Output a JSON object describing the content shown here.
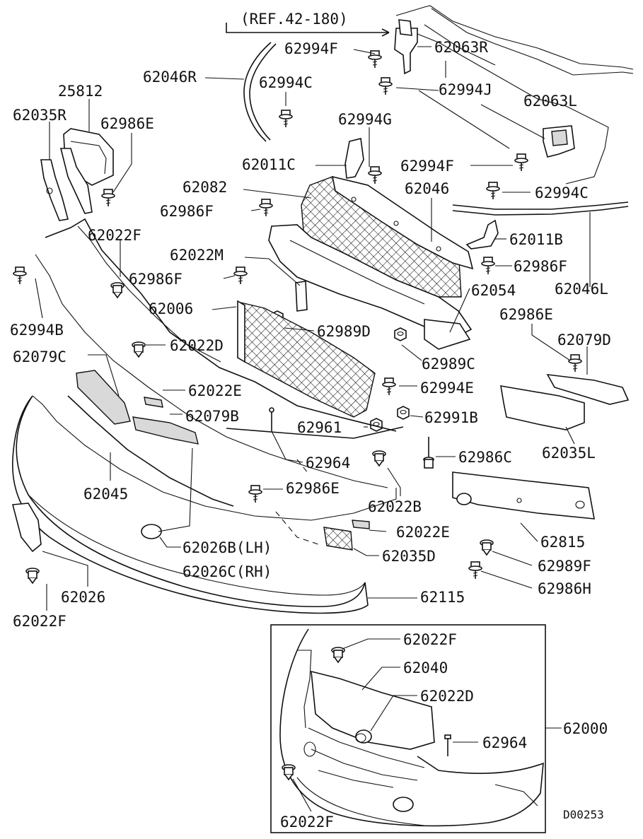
{
  "reference_note": "(REF.42-180)",
  "diagram_code": "D00253",
  "inset_callout": "62000",
  "labels": {
    "p62994F_a": "62994F",
    "p62063R": "62063R",
    "p62046R": "62046R",
    "p62994C_a": "62994C",
    "p62994J": "62994J",
    "p25812": "25812",
    "p62063L": "62063L",
    "p62035R": "62035R",
    "p62986E_a": "62986E",
    "p62994G": "62994G",
    "p62011C": "62011C",
    "p62994F_b": "62994F",
    "p62082": "62082",
    "p62046": "62046",
    "p62994C_b": "62994C",
    "p62986F_a": "62986F",
    "p62011B": "62011B",
    "p62022F_a": "62022F",
    "p62986F_b": "62986F",
    "p62022M": "62022M",
    "p62046L": "62046L",
    "p62986F_c": "62986F",
    "p62054": "62054",
    "p62006": "62006",
    "p62986E_b": "62986E",
    "p62994B": "62994B",
    "p62989D": "62989D",
    "p62079D": "62079D",
    "p62022D_a": "62022D",
    "p62079C": "62079C",
    "p62989C": "62989C",
    "p62022E_a": "62022E",
    "p62994E": "62994E",
    "p62079B": "62079B",
    "p62991B": "62991B",
    "p62961": "62961",
    "p62035L": "62035L",
    "p62986C": "62986C",
    "p62964_a": "62964",
    "p62045": "62045",
    "p62986E_c": "62986E",
    "p62022B": "62022B",
    "p62022E_b": "62022E",
    "p62815": "62815",
    "p62026B": "62026B(LH)",
    "p62035D": "62035D",
    "p62026C": "62026C(RH)",
    "p62989F": "62989F",
    "p62986H": "62986H",
    "p62026": "62026",
    "p62115": "62115",
    "p62022F_b": "62022F",
    "p62022F_c": "62022F",
    "p62040": "62040",
    "p62022D_b": "62022D",
    "p62964_b": "62964",
    "p62022F_d": "62022F"
  }
}
